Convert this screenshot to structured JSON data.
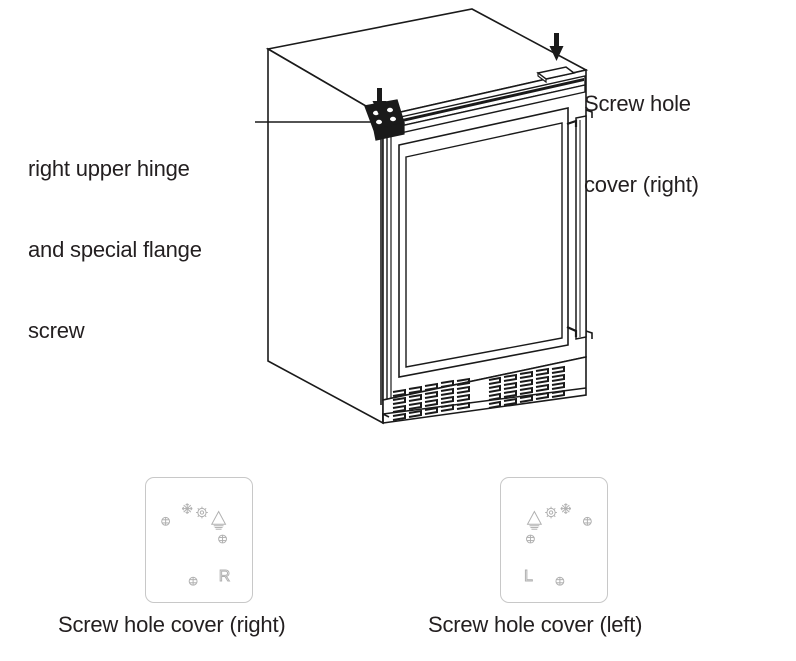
{
  "figure": {
    "title": "Screw hole cover installation diagram",
    "subject": "built-in undercounter refrigerator cabinet with glass door",
    "line_color": "#1a1a1a",
    "text_color": "#231f20",
    "panel_border_color": "#c8c8c8",
    "panel_mark_color": "#b0b0b0",
    "background": "#ffffff"
  },
  "callouts": [
    {
      "name": "hinge-callout",
      "line1": "right upper hinge",
      "line2": "and special flange",
      "line3": "screw",
      "points_to": "dark triangular hinge plate at front-left top corner of cabinet",
      "has_leader_line": true,
      "has_arrow": true,
      "arrow_direction": "down"
    },
    {
      "name": "screw-hole-cover-callout",
      "line1": "Screw hole",
      "line2": "cover (right)",
      "points_to": "small flat rectangular cover tab at top-right rear edge",
      "has_leader_line": false,
      "has_arrow": true,
      "arrow_direction": "down"
    }
  ],
  "captions": {
    "right_panel": "Screw hole cover (right)",
    "left_panel": "Screw hole cover (left)"
  },
  "cover_panels": [
    {
      "name": "screw-hole-cover-right",
      "side": "right",
      "letter_mark": "R",
      "letter_position": "lower-right",
      "icon_cluster_position": "upper-center",
      "icons": [
        "snowflake-icon",
        "gear-icon",
        "recycle-triangle-icon",
        "screw-head-icon"
      ],
      "screw_head_count": 4
    },
    {
      "name": "screw-hole-cover-left",
      "side": "left",
      "letter_mark": "L",
      "letter_position": "lower-left",
      "icon_cluster_position": "upper-center",
      "icons": [
        "recycle-triangle-icon",
        "gear-icon",
        "snowflake-icon",
        "screw-head-icon"
      ],
      "screw_head_count": 4
    }
  ],
  "appliance": {
    "name": "undercounter-refrigerator",
    "parts": [
      "cabinet-top-panel",
      "cabinet-left-side-panel",
      "door-frame",
      "glass-door-panel",
      "vertical-bar-handle",
      "bottom-vent-grille",
      "hinge-plate",
      "screw-hole-cover-tab"
    ],
    "hinge_plate": {
      "name": "hinge-plate",
      "screw_hole_count": 4,
      "shape": "triangular"
    },
    "vent_grille": {
      "name": "bottom-vent-grille",
      "groups": 2,
      "slot_rows": 4
    }
  }
}
